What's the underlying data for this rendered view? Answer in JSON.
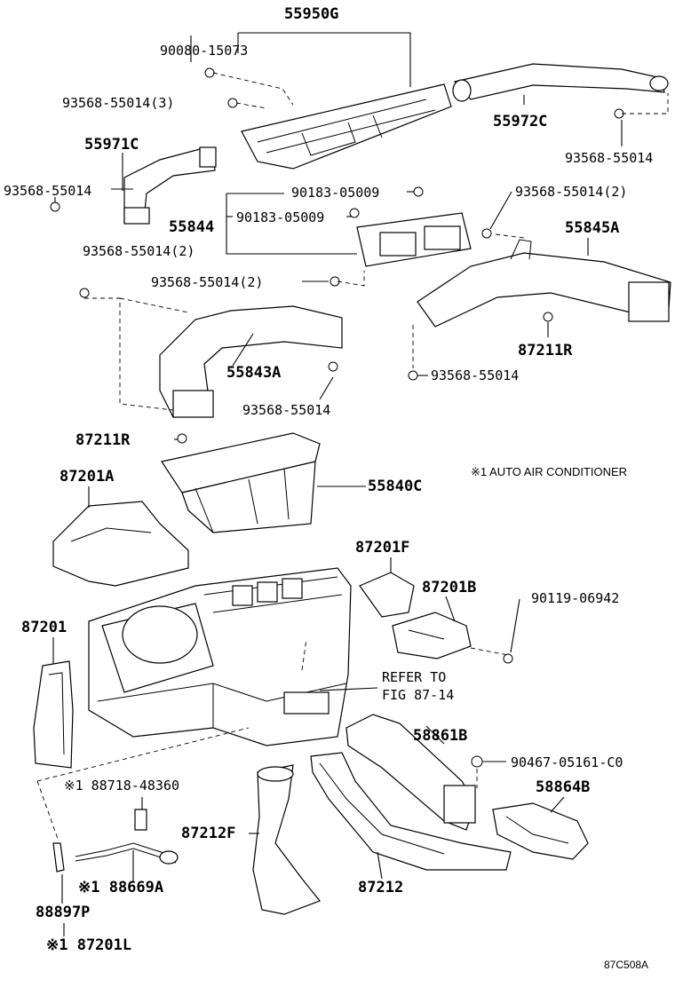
{
  "diagram_code": "87C508A",
  "note": "※1 AUTO AIR CONDITIONER",
  "refer_line1": "REFER TO",
  "refer_line2": "FIG 87-14",
  "parts": {
    "p55950G": "55950G",
    "p90080": "90080-15073",
    "p93568_3": "93568-55014(3)",
    "p55972C": "55972C",
    "p93568_tr": "93568-55014",
    "p55971C": "55971C",
    "p93568_l": "93568-55014",
    "p90183a": "90183-05009",
    "p90183b": "90183-05009",
    "p55844": "55844",
    "p93568_2a": "93568-55014(2)",
    "p55845A": "55845A",
    "p93568_2b": "93568-55014(2)",
    "p93568_2c": "93568-55014(2)",
    "p87211R_r": "87211R",
    "p55843A": "55843A",
    "p93568_r": "93568-55014",
    "p93568_m": "93568-55014",
    "p87211R_l": "87211R",
    "p87201A": "87201A",
    "p55840C": "55840C",
    "p87201F": "87201F",
    "p87201B": "87201B",
    "p90119": "90119-06942",
    "p87201": "87201",
    "p58861B": "58861B",
    "p90467": "90467-05161-C0",
    "p88718": "※1 88718-48360",
    "p58864B": "58864B",
    "p87212F": "87212F",
    "p88669A": "※1 88669A",
    "p87212": "87212",
    "p88897P": "88897P",
    "p87201L": "※1 87201L"
  }
}
